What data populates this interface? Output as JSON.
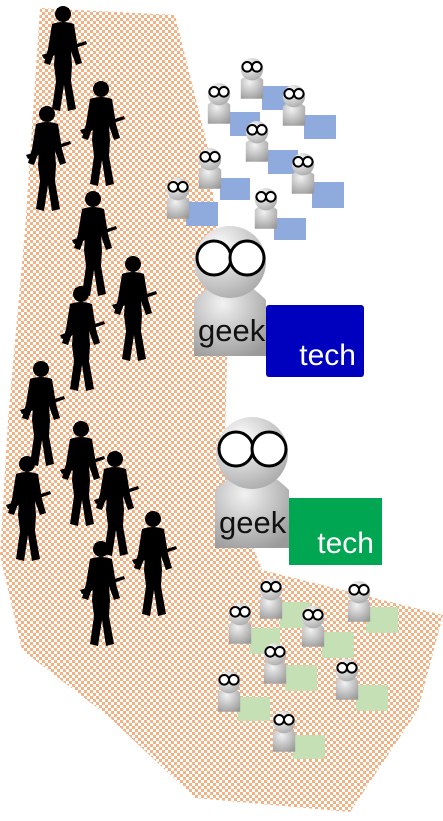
{
  "groups": [
    {
      "label": "geek",
      "box_text": "tech",
      "box_color": "#0000bf",
      "minor_box_color": "#8faadc"
    },
    {
      "label": "geek",
      "box_text": "tech",
      "box_color": "#00a651",
      "minor_box_color": "#c5e0b4"
    }
  ],
  "colors": {
    "region_dots": "#f4b183",
    "soldier_silhouette": "#000000",
    "figure_body": "#bfbfbf"
  },
  "icons": [
    "soldier-silhouette-icon",
    "geek-figure-icon"
  ]
}
